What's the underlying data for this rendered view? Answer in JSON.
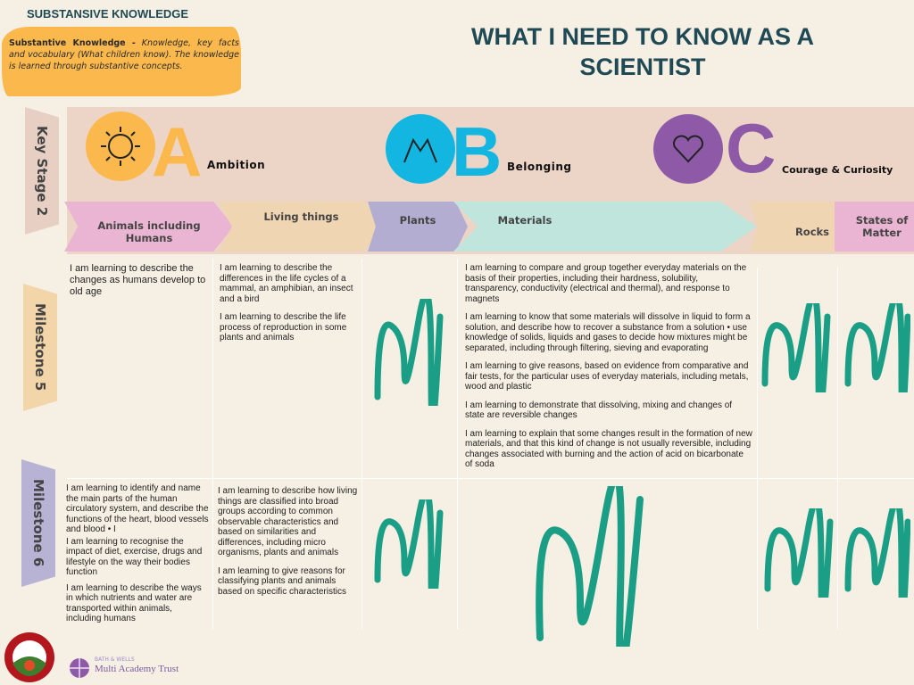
{
  "header": {
    "section_title": "SUBSTANSIVE KNOWLEDGE",
    "definition_term": "Substantive Knowledge -",
    "definition_text": " Knowledge, key facts and vocabulary (What children know). The knowledge is learned through substantive concepts.",
    "main_title": "WHAT I NEED TO KNOW AS A SCIENTIST"
  },
  "values": [
    {
      "letter": "A",
      "label": "Ambition",
      "color": "#fbb84c"
    },
    {
      "letter": "B",
      "label": "Belonging",
      "color": "#12b6e0"
    },
    {
      "letter": "C",
      "label": "Courage & Curiosity",
      "color": "#8e5aa8"
    }
  ],
  "side_labels": {
    "ks2": "Key Stage 2",
    "m5": "Milestone 5",
    "m6": "Milestone 6"
  },
  "topics": [
    "Animals including Humans",
    "Living things",
    "Plants",
    "Materials",
    "Rocks",
    "States of Matter"
  ],
  "milestone5": {
    "animals": [
      "I am learning to describe the changes as humans develop to old age"
    ],
    "living": [
      "I am learning to describe the differences in the life cycles of a mammal, an amphibian, an insect and a bird",
      "I am learning to describe the life process of reproduction in some plants and animals"
    ],
    "materials": [
      "I am learning to compare and group together everyday materials on the basis of their properties, including their hardness, solubility, transparency, conductivity (electrical and thermal), and response to magnets",
      "I am learning to know that some materials will dissolve in liquid to form a solution, and describe how to recover a substance from a solution • use knowledge of solids, liquids and gases to decide how mixtures might be separated, including through filtering, sieving and evaporating",
      "I am learning to give reasons, based on evidence from comparative and fair tests, for the particular uses of everyday materials, including metals, wood and plastic",
      "I am learning to demonstrate that dissolving, mixing and changes of state are reversible changes",
      "I am learning to explain that some changes result in the formation of new materials, and that this kind of change is not usually reversible, including changes associated with burning and the action of acid on bicarbonate of soda"
    ]
  },
  "milestone6": {
    "animals": [
      "I am learning to identify and name the main parts of the human circulatory system, and describe the functions of the heart, blood vessels and blood • I",
      "I am learning to recognise the impact of diet, exercise, drugs and lifestyle on the way their bodies function",
      "I am learning to describe the ways in which nutrients and water are transported within animals, including humans"
    ],
    "living": [
      "I am learning to describe how living things are classified into broad groups according to common observable characteristics and based on similarities and differences, including micro organisms, plants and animals",
      "I am learning to give reasons for classifying plants and animals based on specific characteristics"
    ]
  },
  "footer": {
    "trust_top": "BATH & WELLS",
    "trust_name": "Multi Academy Trust"
  }
}
